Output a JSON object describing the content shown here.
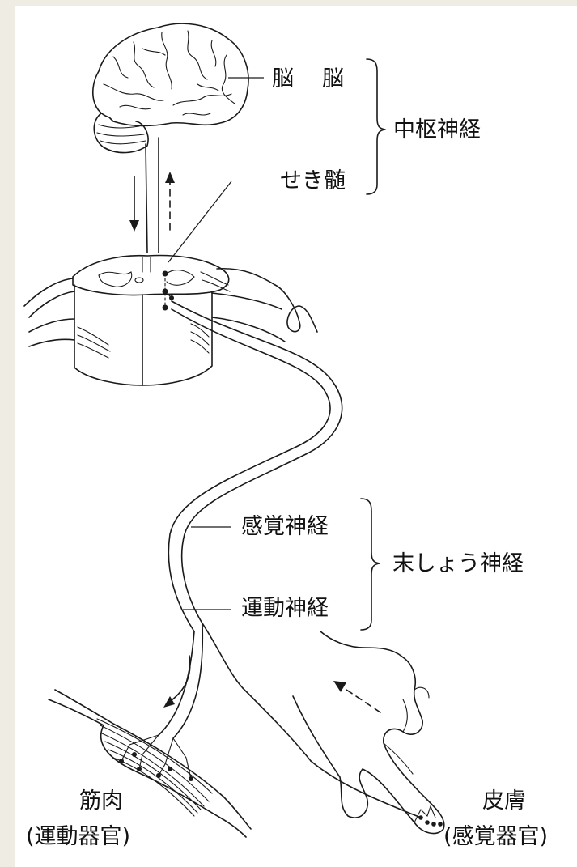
{
  "labels": {
    "brain_inner": "脳",
    "brain": "脳",
    "spinal_cord": "せき髄",
    "central_nervous": "中枢神経",
    "sensory_nerve": "感覚神経",
    "motor_nerve": "運動神経",
    "peripheral_nervous": "末しょう神経",
    "muscle": "筋肉",
    "muscle_sub": "(運動器官)",
    "skin": "皮膚",
    "skin_sub": "(感覚器官)"
  },
  "colors": {
    "line": "#1a1a1a",
    "page_bg": "#efece3",
    "panel_bg": "#ffffff"
  }
}
